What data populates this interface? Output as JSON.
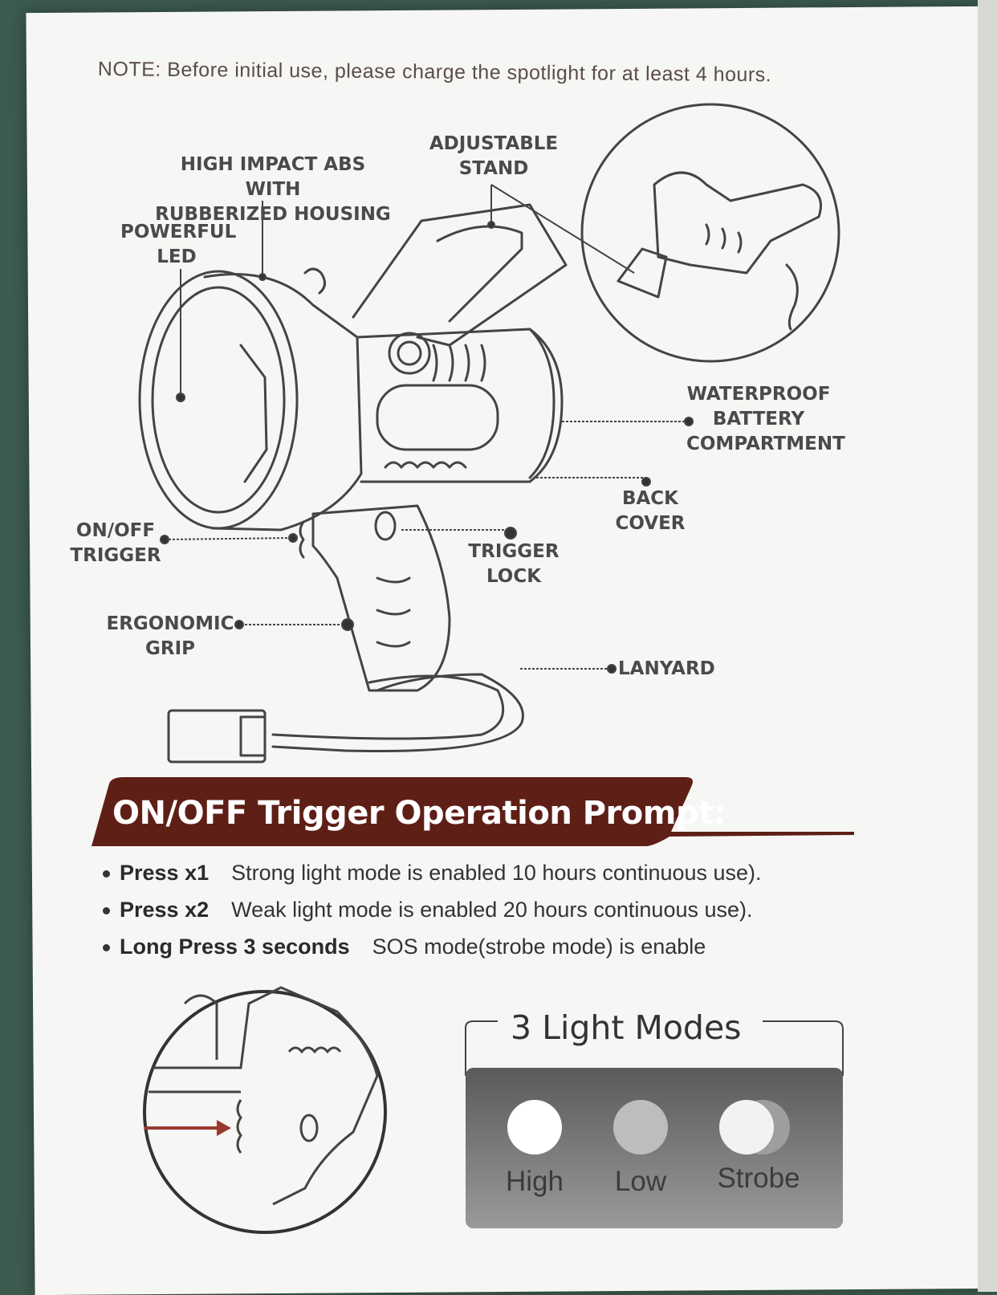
{
  "note": "NOTE: Before initial use, please charge the spotlight for at least 4 hours.",
  "callouts": {
    "housing_line1": "HIGH IMPACT ABS WITH",
    "housing_line2": "RUBBERIZED HOUSING",
    "stand_line1": "ADJUSTABLE",
    "stand_line2": "STAND",
    "led_line1": "POWERFUL",
    "led_line2": "LED",
    "battery_line1": "WATERPROOF",
    "battery_line2": "BATTERY",
    "battery_line3": "COMPARTMENT",
    "back_line1": "BACK",
    "back_line2": "COVER",
    "onoff_line1": "ON/OFF",
    "onoff_line2": "TRIGGER",
    "lock_line1": "TRIGGER",
    "lock_line2": "LOCK",
    "grip_line1": "ERGONOMIC",
    "grip_line2": "GRIP",
    "lanyard": "LANYARD"
  },
  "prompt": {
    "title": "ON/OFF Trigger Operation Prompt:",
    "items": [
      {
        "key": "Press x1",
        "text": "Strong light mode is enabled 10 hours continuous use)."
      },
      {
        "key": "Press x2",
        "text": "Weak light mode is enabled 20 hours continuous use)."
      },
      {
        "key": "Long Press 3 seconds",
        "text": "SOS mode(strobe mode) is enable"
      }
    ]
  },
  "modes": {
    "title": "3 Light Modes",
    "labels": [
      "High",
      "Low",
      "Strobe"
    ]
  },
  "colors": {
    "banner": "#5e1f17",
    "paper": "#f6f6f4",
    "arrow": "#9a3a2e"
  }
}
